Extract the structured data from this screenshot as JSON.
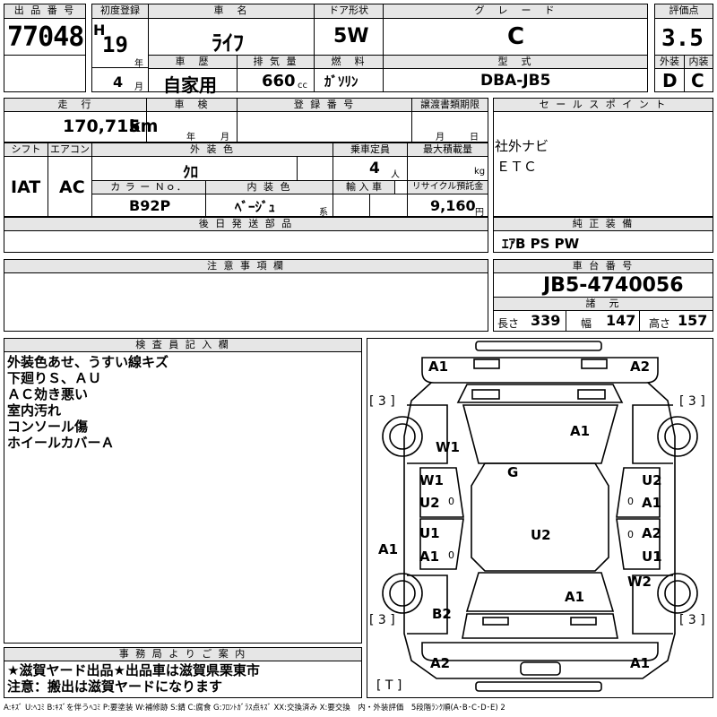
{
  "header": {
    "lot_label": "出 品 番 号",
    "lot_no": "77048",
    "first_reg_label": "初度登録",
    "era": "H",
    "year": "19",
    "year_unit": "年",
    "month": "4",
    "month_unit": "月",
    "car_name_label": "車　名",
    "car_name": "ﾗｲﾌ",
    "door_label": "ドア形状",
    "door": "5W",
    "grade_label": "グ　レ　ー　ド",
    "grade": "C",
    "score_label": "評価点",
    "score": "3.5",
    "history_label": "車　歴",
    "history": "自家用",
    "displacement_label": "排 気 量",
    "displacement": "660",
    "displacement_unit": "cc",
    "fuel_label": "燃　料",
    "fuel": "ｶﾞｿﾘﾝ",
    "model_label": "型　式",
    "model": "DBA-JB5",
    "exterior_label": "外装",
    "exterior": "D",
    "interior_label": "内装",
    "interior": "C"
  },
  "row2": {
    "mileage_label": "走　行",
    "mileage": "170,715",
    "mileage_unit": "km",
    "inspection_label": "車　検",
    "inspection_year": "年",
    "inspection_month": "月",
    "reg_no_label": "登 録 番 号",
    "transfer_label": "譲渡書類期限",
    "transfer_month": "月",
    "transfer_day": "日",
    "sales_label": "セ ー ル ス ポ イ ン ト",
    "sales_points": [
      "社外ナビ",
      "ＥＴＣ"
    ]
  },
  "row3": {
    "shift_label": "シフト",
    "shift": "IAT",
    "ac_label": "エアコン",
    "ac": "AC",
    "color_label": "外 装 色",
    "color": "ｸﾛ",
    "capacity_label": "乗車定員",
    "capacity": "4",
    "capacity_unit": "人",
    "load_label": "最大積載量",
    "load_unit": "kg",
    "color_no_label": "カ ラ ー Ｎｏ．",
    "color_no": "B92P",
    "int_color_label": "内 装 色",
    "int_color": "ﾍﾞｰｼﾞｭ",
    "int_color_unit": "系",
    "import_label": "輸 入 車",
    "recycle_label": "リサイクル預託金",
    "recycle": "9,160",
    "recycle_unit": "円"
  },
  "later_parts_label": "後 日 発 送 部 品",
  "genuine_label": "純 正 装 備",
  "genuine": "ｴｱB PS PW",
  "notes_label": "注 意 事 項 欄",
  "chassis_label": "車 台 番 号",
  "chassis": "JB5-4740056",
  "dims_label": "諸　元",
  "length_label": "長さ",
  "length": "339",
  "width_label": "幅",
  "width": "147",
  "height_label": "高さ",
  "height": "157",
  "inspector_label": "検 査 員 記 入 欄",
  "inspector_notes": [
    "外装色あせ、うすい線キズ",
    "下廻りＳ、ＡＵ",
    "ＡＣ効き悪い",
    "室内汚れ",
    "コンソール傷",
    "ホイールカバーＡ"
  ],
  "office_label": "事 務 局 よ り ご 案 内",
  "office_notes": [
    "★滋賀ヤード出品★出品車は滋賀県栗東市",
    "注意：搬出は滋賀ヤードになります"
  ],
  "diagram": {
    "marks": [
      "A1",
      "A2",
      "W1",
      "A1",
      "G",
      "W1",
      "U2",
      "U2",
      "A1",
      "U1",
      "A1",
      "U1",
      "A1",
      "U2",
      "A2",
      "U1",
      "W2",
      "A1",
      "B2",
      "A2",
      "A1",
      "0",
      "0",
      "0",
      "0"
    ],
    "brackets": [
      "[ 3 ]",
      "[ 3 ]",
      "[ 3 ]",
      "[ 3 ]",
      "[ T ]"
    ]
  },
  "legend": "A:ｷｽﾞ U:ﾍｺﾐ B:ｷｽﾞを伴うﾍｺﾐ P:要塗装 W:補修跡 S:錆 C:腐食 G:ﾌﾛﾝﾄｶﾞﾗｽ点ｷｽﾞ XX:交換済み X:要交換　内・外装評価　5段階ﾗﾝｸ順(A･B･C･D･E) 2"
}
